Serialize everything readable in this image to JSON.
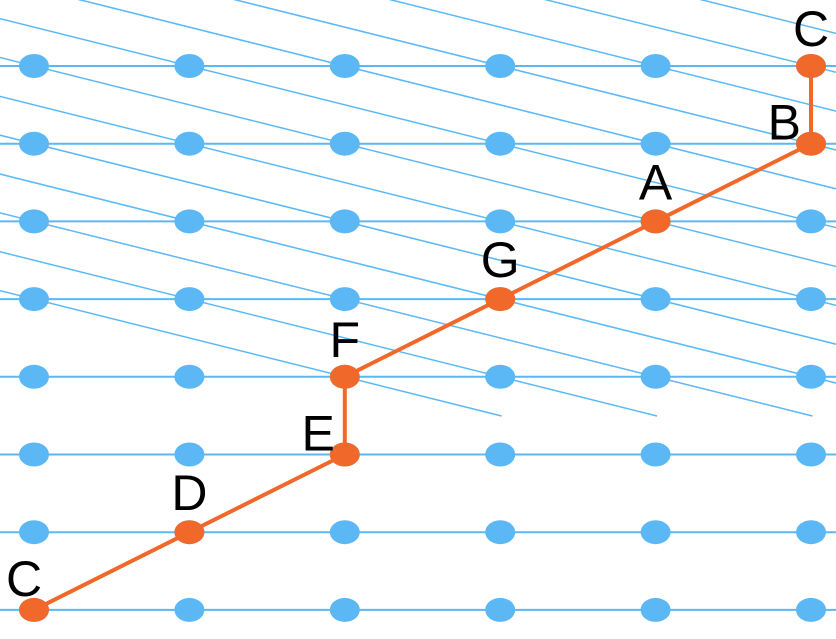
{
  "colors": {
    "background": "#ffffff",
    "lattice": "#5bb8f5",
    "path": "#f0692a",
    "label": "#000000"
  },
  "lattice": {
    "columns": 6,
    "rows": 8
  },
  "path": {
    "sequence": [
      "C",
      "D",
      "E",
      "F",
      "G",
      "A",
      "B",
      "C"
    ],
    "nodes": [
      {
        "label": "C",
        "col": 0,
        "row": 7
      },
      {
        "label": "D",
        "col": 1,
        "row": 6
      },
      {
        "label": "E",
        "col": 2,
        "row": 5
      },
      {
        "label": "F",
        "col": 2,
        "row": 4
      },
      {
        "label": "G",
        "col": 3,
        "row": 3
      },
      {
        "label": "A",
        "col": 4,
        "row": 2
      },
      {
        "label": "B",
        "col": 5,
        "row": 1
      },
      {
        "label": "C",
        "col": 5,
        "row": 0
      }
    ]
  }
}
